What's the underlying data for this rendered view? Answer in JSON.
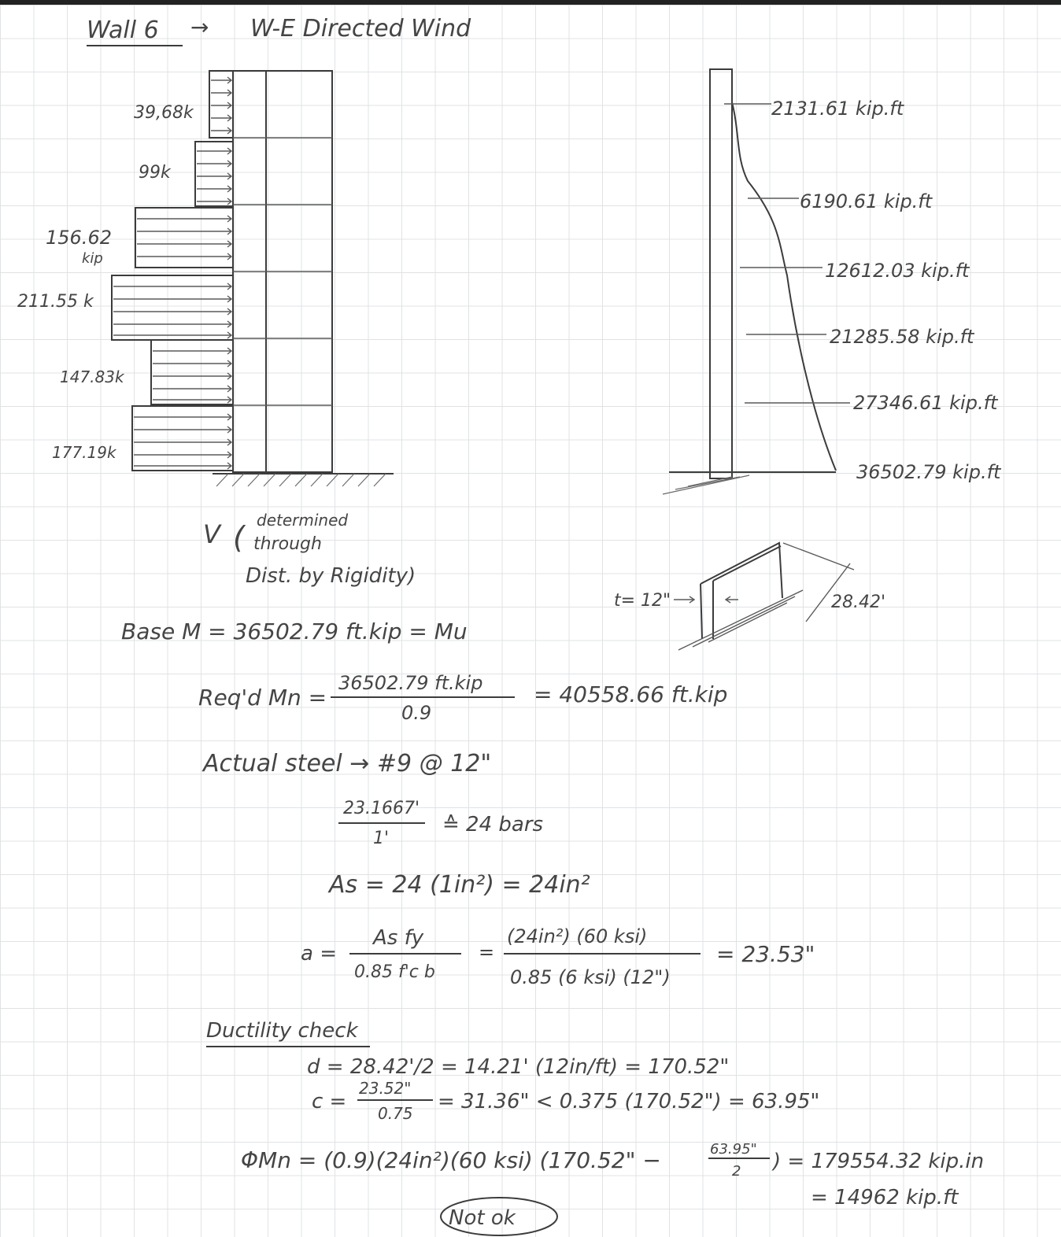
{
  "header": {
    "wall": "Wall 6",
    "arrow": "→",
    "direction": "W-E Directed Wind"
  },
  "loads": [
    {
      "label": "39,68k"
    },
    {
      "label": "99k"
    },
    {
      "label": "156.62",
      "unit": "kip"
    },
    {
      "label": "211.55 k"
    },
    {
      "label": "147.83k"
    },
    {
      "label": "177.19k"
    }
  ],
  "moments": [
    "2131.61 kip.ft",
    "6190.61 kip.ft",
    "12612.03 kip.ft",
    "21285.58 kip.ft",
    "27346.61 kip.ft",
    "36502.79 kip.ft"
  ],
  "shear_note": {
    "v": "V",
    "line1": "determined",
    "line2": "through",
    "line3": "Dist. by Rigidity)"
  },
  "wall_sketch": {
    "thickness": "t= 12\"",
    "length": "28.42'"
  },
  "calc": {
    "base_m": "Base M = 36502.79 ft.kip  = Mu",
    "reqd_lhs": "Req'd Mn =",
    "reqd_num": "36502.79 ft.kip",
    "reqd_den": "0.9",
    "reqd_rhs": "= 40558.66 ft.kip",
    "actual_steel": "Actual steel → #9 @ 12\"",
    "bars_num": "23.1667'",
    "bars_den": "1'",
    "bars_rhs": "≙ 24 bars",
    "as_line": "As = 24 (1in²) = 24in²",
    "a_lhs": "a =",
    "a_num": "As fy",
    "a_den": "0.85 f'c b",
    "a_eq": "=",
    "a_num2": "(24in²) (60 ksi)",
    "a_den2": "0.85 (6 ksi) (12\")",
    "a_rhs": "= 23.53\"",
    "ductility_title": "Ductility check",
    "d_line": "d = 28.42'/2 = 14.21' (12in/ft) = 170.52\"",
    "c_lhs": "c =",
    "c_num": "23.52\"",
    "c_den": "0.75",
    "c_rhs": "= 31.36\"  < 0.375 (170.52\") = 63.95\"",
    "phimn_lhs": "ΦMn = (0.9)(24in²)(60 ksi) (170.52\" −",
    "phimn_frac_num": "63.95\"",
    "phimn_frac_den": "2",
    "phimn_rhs1": ") = 179554.32 kip.in",
    "phimn_rhs2": "= 14962 kip.ft",
    "verdict": "Not ok"
  }
}
